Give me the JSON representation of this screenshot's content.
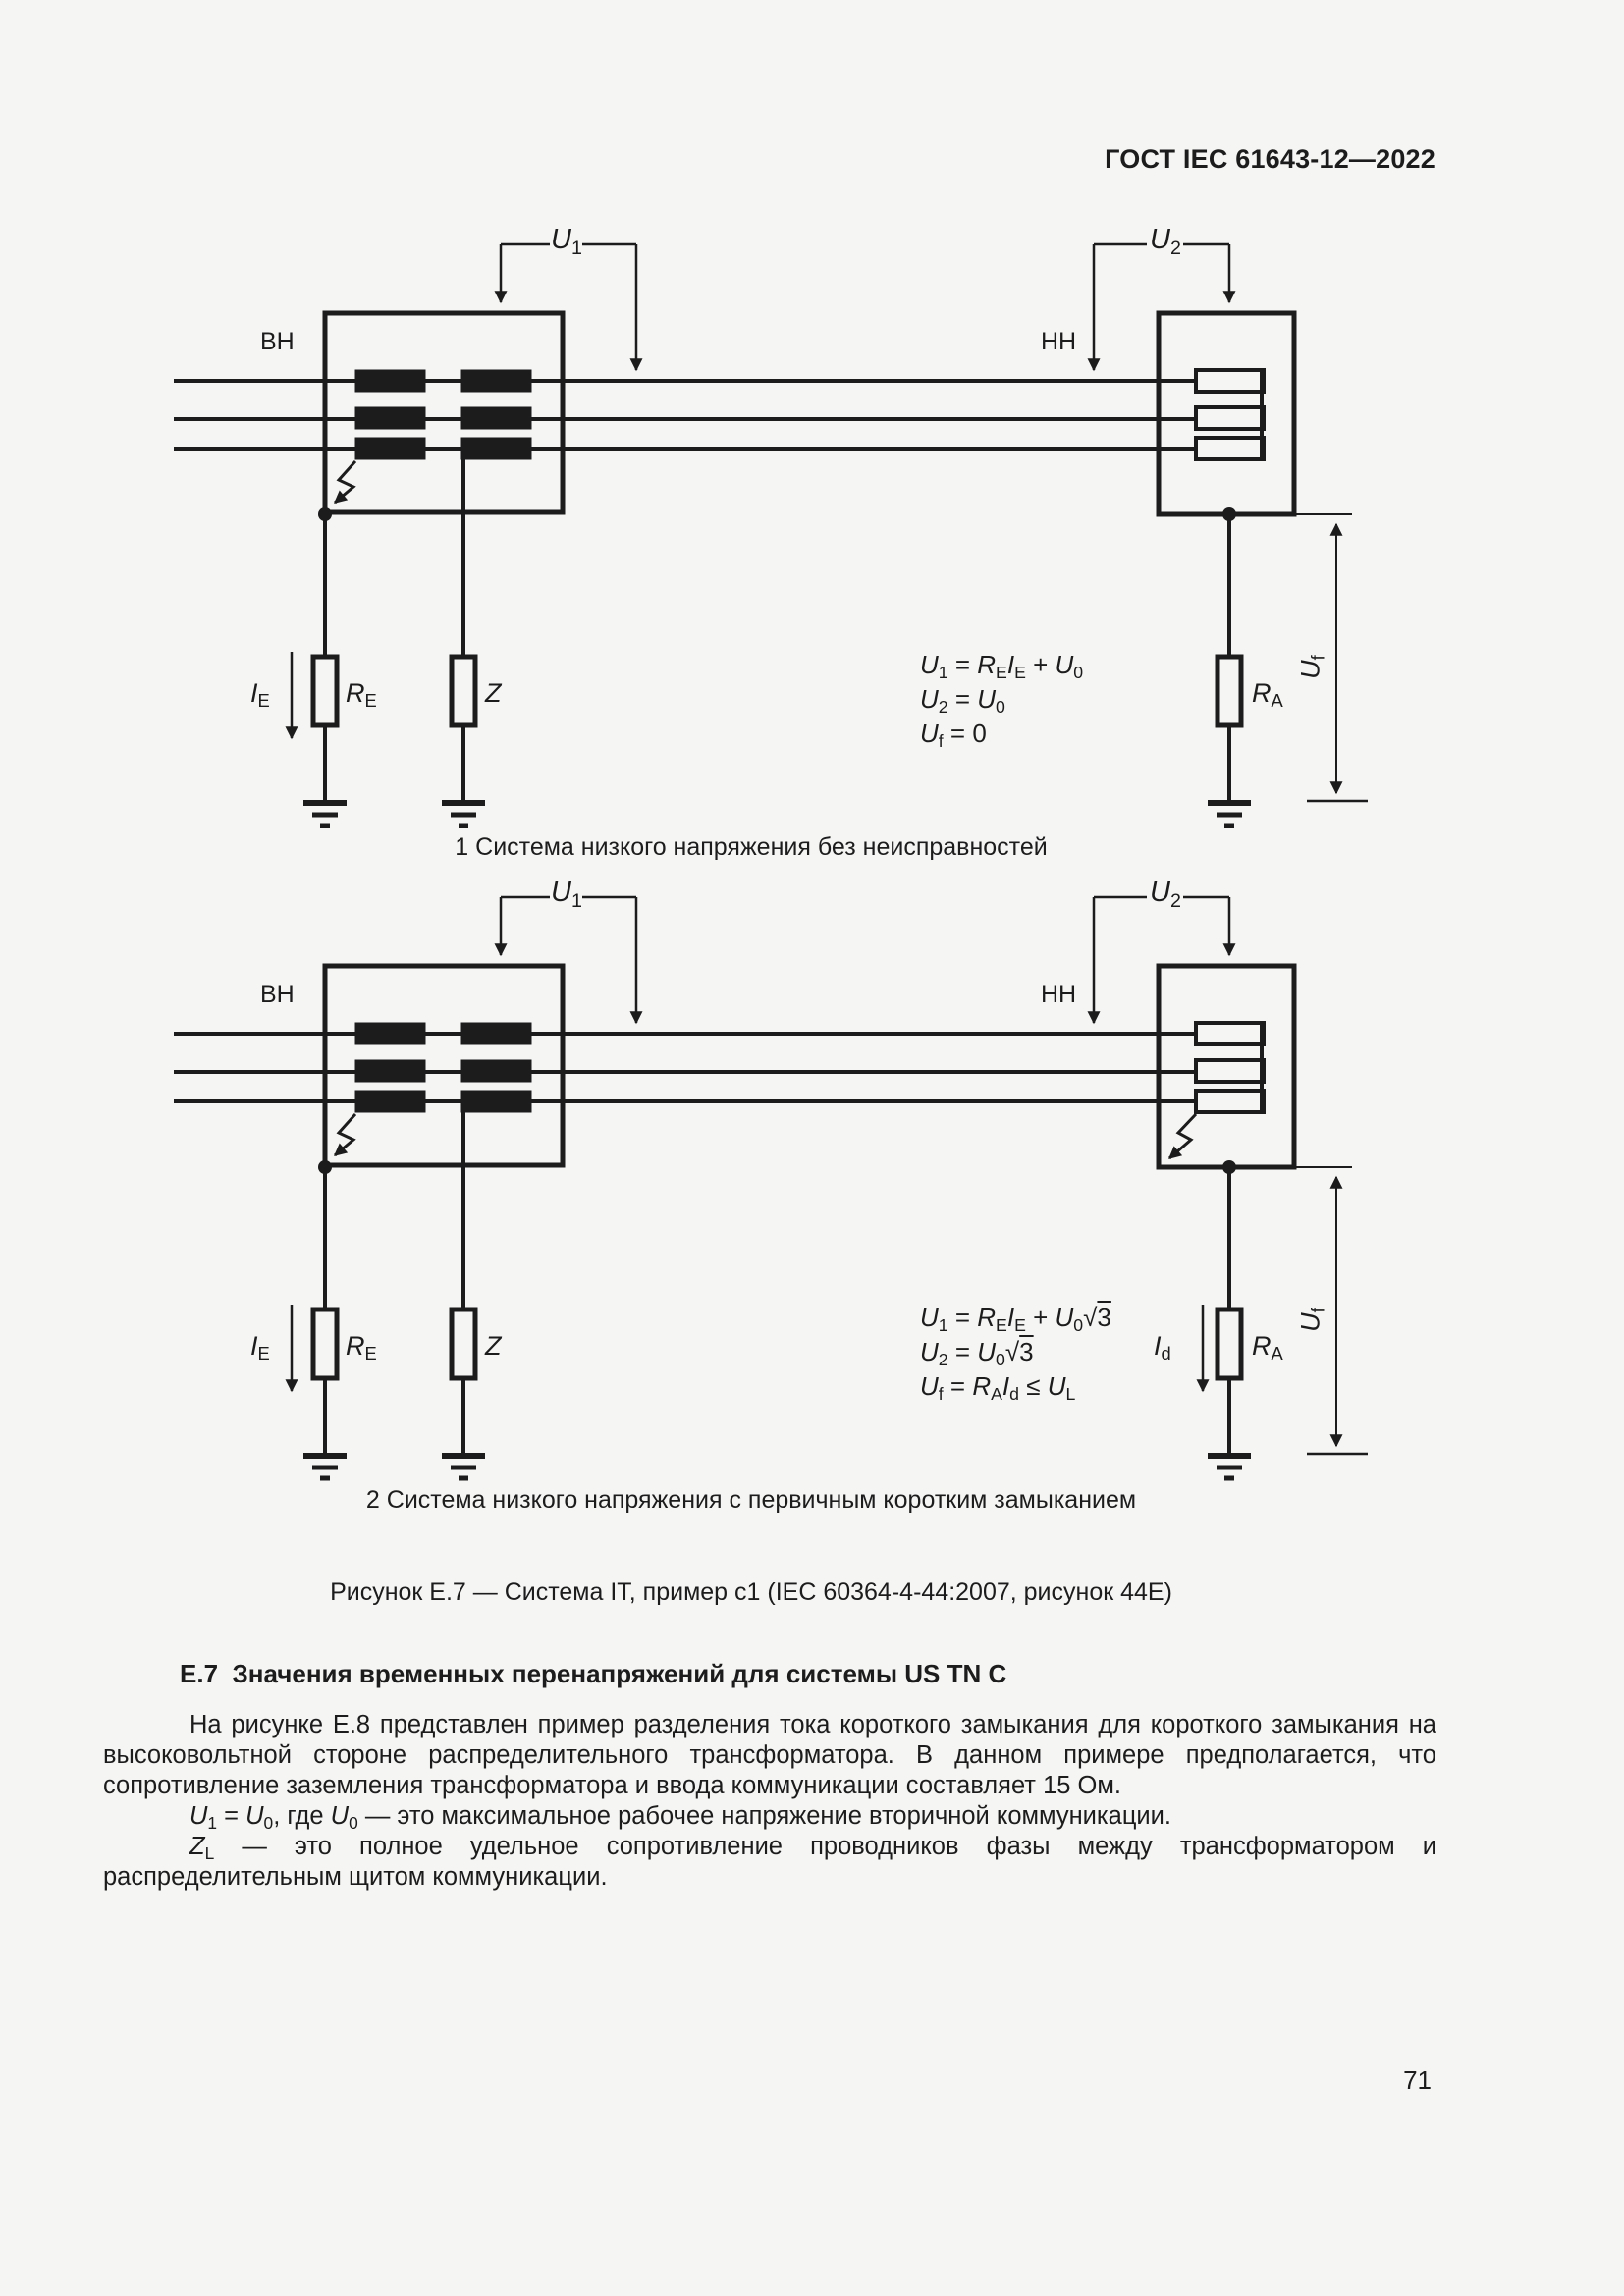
{
  "page": {
    "background": "#f5f5f4",
    "ink": "#1c1c1c",
    "number": "71"
  },
  "header": {
    "title": "ГОСТ IEC 61643-12—2022"
  },
  "figure": {
    "caption": "Рисунок Е.7 — Система IT, пример c1 (IEC 60364-4-44:2007, рисунок 44Е)",
    "subcaption1": "1 Система низкого напряжения без неисправностей",
    "subcaption2": "2 Система низкого напряжения с первичным коротким замыканием",
    "labels": {
      "hv": "ВН",
      "lv": "НН",
      "u1": [
        [
          "U",
          "i"
        ],
        [
          "1",
          "sub"
        ]
      ],
      "u2": [
        [
          "U",
          "i"
        ],
        [
          "2",
          "sub"
        ]
      ],
      "re": [
        [
          "R",
          "i"
        ],
        [
          "E",
          "sub"
        ]
      ],
      "z": [
        [
          "Z",
          "i"
        ]
      ],
      "ra": [
        [
          "R",
          "i"
        ],
        [
          "A",
          "sub"
        ]
      ],
      "ie": [
        [
          "I",
          "i"
        ],
        [
          "E",
          "sub"
        ]
      ],
      "id": [
        [
          "I",
          "i"
        ],
        [
          "d",
          "sub"
        ]
      ],
      "uf": [
        [
          "U",
          "i"
        ],
        [
          "f",
          "sub"
        ]
      ]
    },
    "equations1": [
      [
        [
          "U",
          "i"
        ],
        [
          "1",
          "sub"
        ],
        [
          " = ",
          ""
        ],
        [
          "R",
          "i"
        ],
        [
          "E",
          "sub"
        ],
        [
          "I",
          "i"
        ],
        [
          "E",
          "sub"
        ],
        [
          " + ",
          ""
        ],
        [
          "U",
          "i"
        ],
        [
          "0",
          "sub"
        ]
      ],
      [
        [
          "U",
          "i"
        ],
        [
          "2",
          "sub"
        ],
        [
          " = ",
          ""
        ],
        [
          "U",
          "i"
        ],
        [
          "0",
          "sub"
        ]
      ],
      [
        [
          "U",
          "i"
        ],
        [
          "f",
          "sub"
        ],
        [
          " = 0",
          ""
        ]
      ]
    ],
    "equations2": [
      [
        [
          "U",
          "i"
        ],
        [
          "1",
          "sub"
        ],
        [
          " = ",
          ""
        ],
        [
          "R",
          "i"
        ],
        [
          "E",
          "sub"
        ],
        [
          "I",
          "i"
        ],
        [
          "E",
          "sub"
        ],
        [
          " + ",
          ""
        ],
        [
          "U",
          "i"
        ],
        [
          "0",
          "sub"
        ],
        [
          "3",
          "sqrt"
        ]
      ],
      [
        [
          "U",
          "i"
        ],
        [
          "2",
          "sub"
        ],
        [
          " = ",
          ""
        ],
        [
          "U",
          "i"
        ],
        [
          "0",
          "sub"
        ],
        [
          "3",
          "sqrt"
        ]
      ],
      [
        [
          "U",
          "i"
        ],
        [
          "f",
          "sub"
        ],
        [
          " = ",
          ""
        ],
        [
          "R",
          "i"
        ],
        [
          "A",
          "sub"
        ],
        [
          "I",
          "i"
        ],
        [
          "d",
          "sub"
        ],
        [
          " ≤ ",
          ""
        ],
        [
          "U",
          "i"
        ],
        [
          "L",
          "sub"
        ]
      ]
    ]
  },
  "section": {
    "heading": "Е.7  Значения временных перенапряжений для системы US TN C",
    "para1": "На рисунке Е.8 представлен пример разделения тока короткого замыкания для короткого замыкания на высоковольтной стороне распределительного трансформатора. В данном примере предполагается, что сопротивление заземления трансформатора и ввода коммуникации составляет 15 Ом.",
    "para2": [
      [
        "U",
        "i"
      ],
      [
        "1",
        "sub"
      ],
      [
        " = ",
        ""
      ],
      [
        "U",
        "i"
      ],
      [
        "0",
        "sub"
      ],
      [
        ", где ",
        ""
      ],
      [
        "U",
        "i"
      ],
      [
        "0",
        "sub"
      ],
      [
        " — это максимальное рабочее напряжение вторичной коммуникации.",
        ""
      ]
    ],
    "para3": [
      [
        "Z",
        "i"
      ],
      [
        "L",
        "sub"
      ],
      [
        " — это полное удельное сопротивление проводников фазы между трансформатором и распределительным щитом коммуникации.",
        ""
      ]
    ]
  }
}
